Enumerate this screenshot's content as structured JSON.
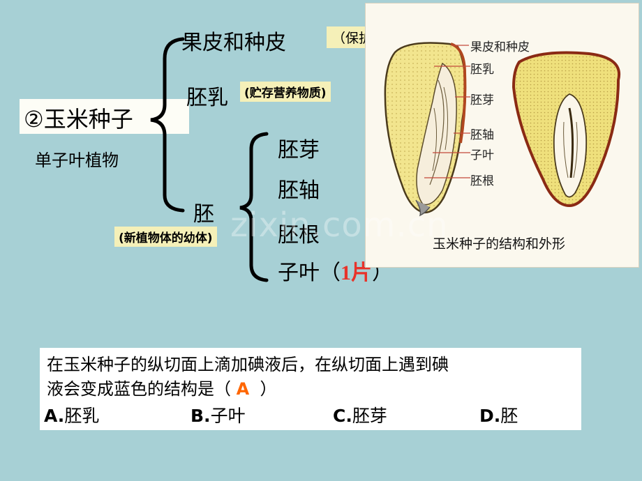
{
  "seed": {
    "title": "②玉米种子",
    "classification": "单子叶植物"
  },
  "parts": {
    "pericarp": "果皮和种皮",
    "pericarp_note": "（保护作用）",
    "endosperm": "胚乳",
    "endosperm_note": "(贮存营养物质)",
    "embryo": "胚",
    "embryo_note": "(新植物体的幼体)"
  },
  "embryo_parts": {
    "plumule": "胚芽",
    "hypocotyl": "胚轴",
    "radicle": "胚根",
    "cotyledon_label": "子叶（",
    "cotyledon_count": "1片",
    "cotyledon_close": "）"
  },
  "figure": {
    "labels": [
      "果皮和种皮",
      "胚乳",
      "胚芽",
      "胚轴",
      "子叶",
      "胚根"
    ],
    "caption": "玉米种子的结构和外形"
  },
  "watermark": "zixin.com.cn",
  "question": {
    "line1": "在玉米种子的纵切面上滴加碘液后，在纵切面上遇到碘",
    "line2_prefix": "液会变成蓝色的结构是（",
    "answer": "A",
    "line2_suffix": "）",
    "options": [
      {
        "letter": "A.",
        "text": "胚乳"
      },
      {
        "letter": "B.",
        "text": "子叶"
      },
      {
        "letter": "C.",
        "text": "胚芽"
      },
      {
        "letter": "D.",
        "text": "胚"
      }
    ]
  },
  "colors": {
    "background": "#a7d0d5",
    "note_bg": "#f5f0b8",
    "answer": "#ff6600",
    "cotyledon_number": "#e8332a"
  }
}
